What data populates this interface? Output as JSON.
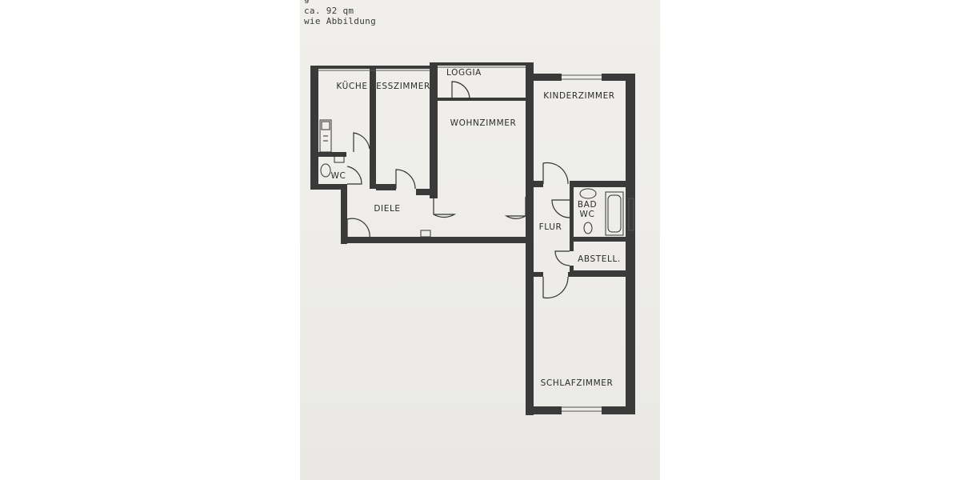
{
  "header": {
    "top_fragment": "g",
    "area": "ca. 92 qm",
    "caption": "wie Abbildung"
  },
  "rooms": {
    "kueche": "KÜCHE",
    "esszimmer": "ESSZIMMER",
    "loggia": "LOGGIA",
    "wohnzimmer": "WOHNZIMMER",
    "kinderzimmer": "KINDERZIMMER",
    "wc": "WC",
    "diele": "DIELE",
    "bad": "BAD",
    "bad_wc": "WC",
    "flur": "FLUR",
    "abstell": "ABSTELL.",
    "schlafzimmer": "SCHLAFZIMMER"
  },
  "colors": {
    "wall": "#3a3a3a",
    "paper": "#eeede9",
    "ink": "#2b2b2b"
  }
}
